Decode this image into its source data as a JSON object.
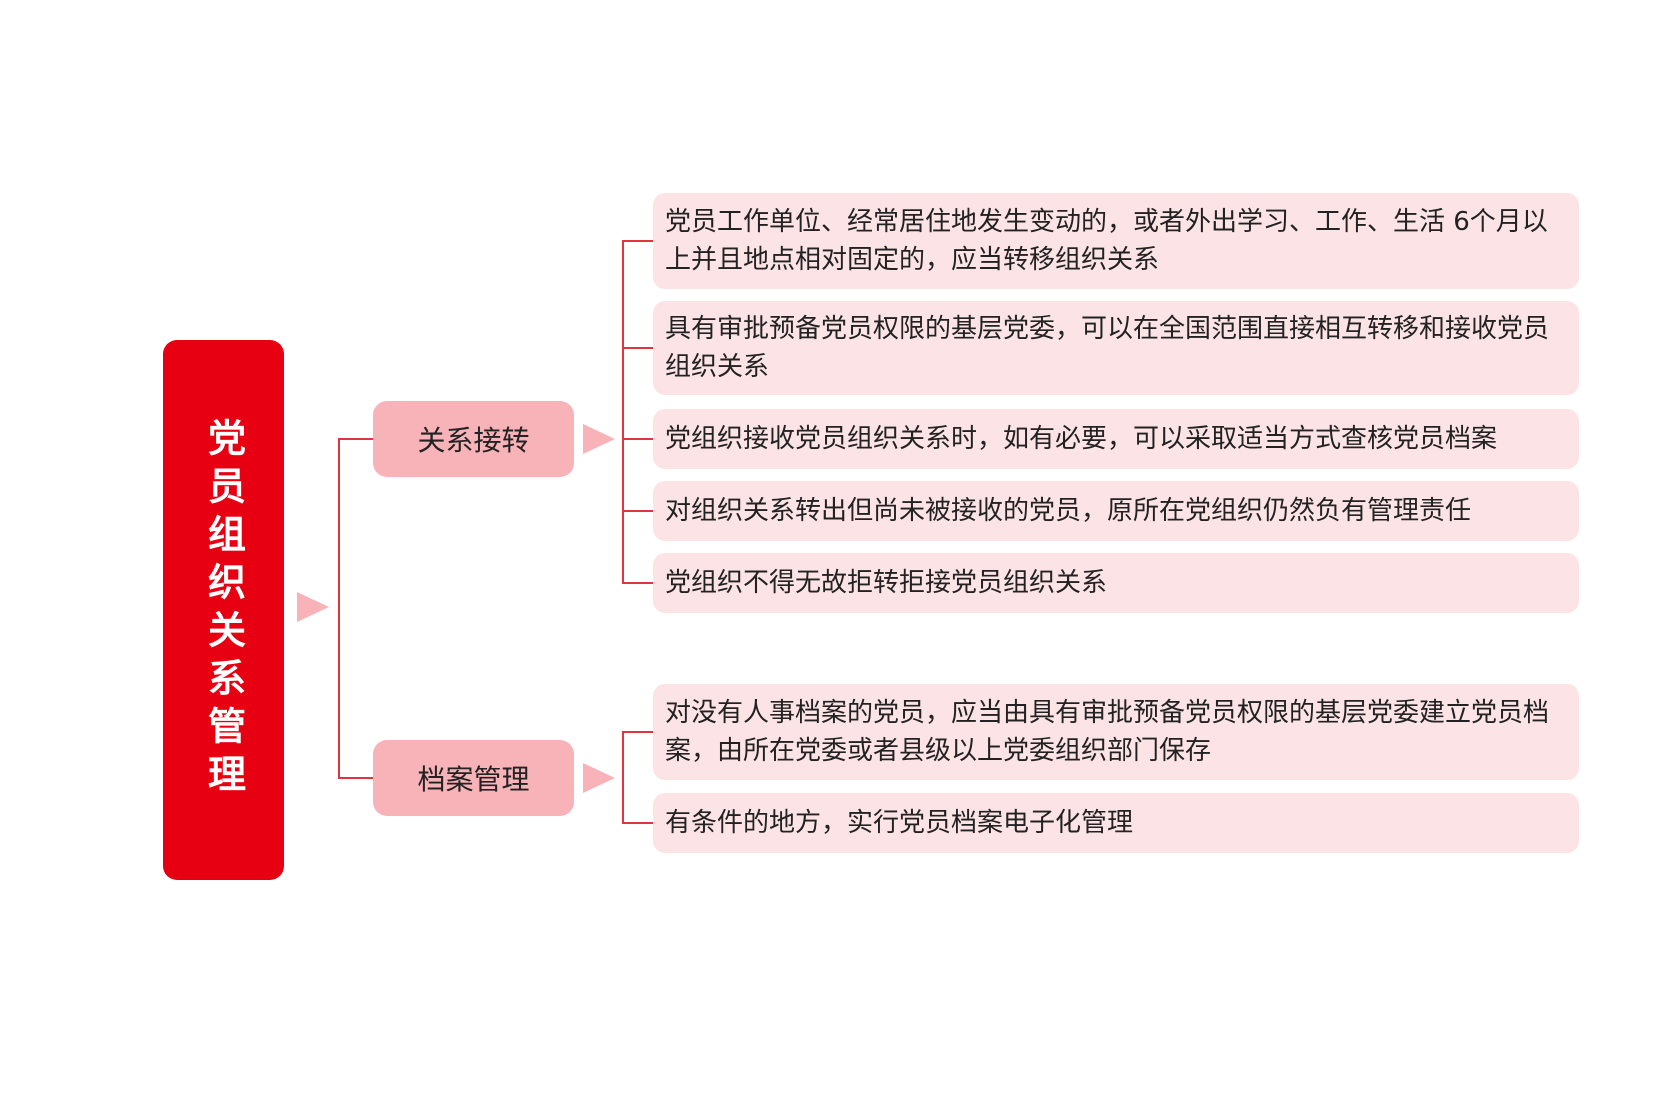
{
  "mindmap": {
    "root": {
      "label": "党员组织关系管理"
    },
    "branches": [
      {
        "label": "关系接转",
        "items": [
          "党员工作单位、经常居住地发生变动的，或者外出学习、工作、生活 6个月以上并且地点相对固定的，应当转移组织关系",
          "具有审批预备党员权限的基层党委，可以在全国范围直接相互转移和接收党员组织关系",
          "党组织接收党员组织关系时，如有必要，可以采取适当方式查核党员档案",
          "对组织关系转出但尚未被接收的党员，原所在党组织仍然负有管理责任",
          "党组织不得无故拒转拒接党员组织关系"
        ]
      },
      {
        "label": "档案管理",
        "items": [
          "对没有人事档案的党员，应当由具有审批预备党员权限的基层党委建立党员档案，由所在党委或者县级以上党委组织部门保存",
          "有条件的地方，实行党员档案电子化管理"
        ]
      }
    ],
    "colors": {
      "root": "#e60012",
      "branch": "#f7b3b8",
      "leaf": "#fce4e6",
      "connector": "#e0353f",
      "arrow": "#f7b3b8"
    }
  }
}
